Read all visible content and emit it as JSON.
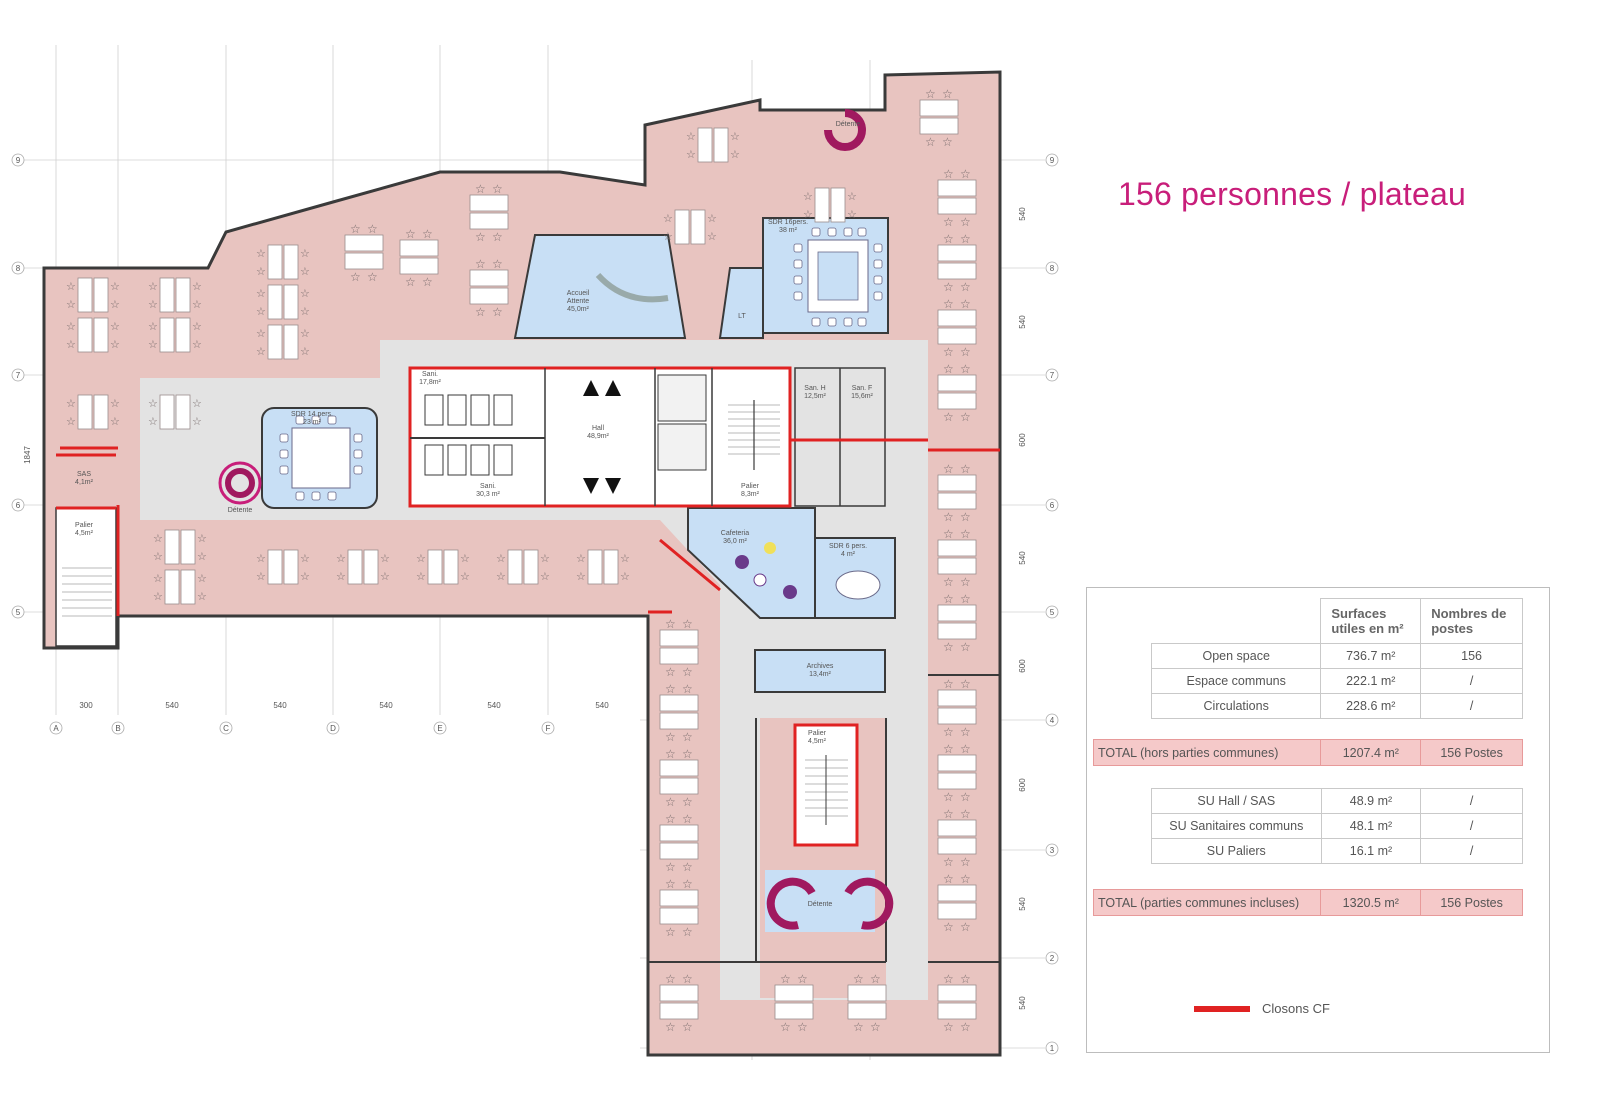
{
  "headline": "156 personnes / plateau",
  "grid_axes": {
    "columns": [
      "A",
      "B",
      "C",
      "D",
      "E",
      "F"
    ],
    "column_dims": [
      "300",
      "540",
      "540",
      "540",
      "540",
      "540"
    ],
    "rows_left": [
      "9",
      "8",
      "7",
      "6",
      "5"
    ],
    "rows_right": [
      "9",
      "8",
      "7",
      "6",
      "5",
      "4",
      "3",
      "2",
      "1"
    ],
    "right_dims": [
      "540",
      "540",
      "600",
      "540",
      "600",
      "600",
      "540",
      "540"
    ],
    "left_dim": "1847"
  },
  "rooms": {
    "accueil": {
      "name": "Accueil\nAttente",
      "area": "45,0m²"
    },
    "sdr16": {
      "name": "SDR 16pers.",
      "area": "38 m²"
    },
    "sdr14": {
      "name": "SDR 14 pers.",
      "area": "23 m²"
    },
    "sdr6": {
      "name": "SDR 6 pers.",
      "area": "4 m²"
    },
    "cafeteria": {
      "name": "Cafeteria",
      "area": "36,0 m²"
    },
    "hall": {
      "name": "Hall",
      "area": "48,9m²"
    },
    "sani_top": {
      "name": "Sani.",
      "area": "17,8m²"
    },
    "sani_bot": {
      "name": "Sani.",
      "area": "30,3 m²"
    },
    "san_h": {
      "name": "San. H",
      "area": "12,5m²"
    },
    "san_f": {
      "name": "San. F",
      "area": "15,6m²"
    },
    "palier_c": {
      "name": "Palier",
      "area": "8,3m²"
    },
    "palier_w": {
      "name": "Palier",
      "area": "4,5m²"
    },
    "palier_s": {
      "name": "Palier",
      "area": "4,5m²"
    },
    "sas": {
      "name": "SAS",
      "area": "4,1m²"
    },
    "archives": {
      "name": "Archives",
      "area": "13,4m²"
    },
    "lt": {
      "name": "LT",
      "area": ""
    },
    "detente_top": {
      "name": "Détente",
      "area": ""
    },
    "detente_mid": {
      "name": "Détente",
      "area": ""
    },
    "detente_bot": {
      "name": "Détente",
      "area": ""
    }
  },
  "summary_table": {
    "headers": [
      "Surfaces utiles en m²",
      "Nombres de postes"
    ],
    "rows": [
      {
        "label": "Open space",
        "surface": "736.7 m²",
        "postes": "156"
      },
      {
        "label": "Espace communs",
        "surface": "222.1 m²",
        "postes": "/"
      },
      {
        "label": "Circulations",
        "surface": "228.6 m²",
        "postes": "/"
      }
    ],
    "total1": {
      "label": "TOTAL (hors parties communes)",
      "surface": "1207.4 m²",
      "postes": "156 Postes"
    },
    "common_rows": [
      {
        "label": "SU Hall / SAS",
        "surface": "48.9 m²",
        "postes": "/"
      },
      {
        "label": "SU Sanitaires communs",
        "surface": "48.1 m²",
        "postes": "/"
      },
      {
        "label": "SU Paliers",
        "surface": "16.1 m²",
        "postes": "/"
      }
    ],
    "total2": {
      "label": "TOTAL (parties communes incluses)",
      "surface": "1320.5 m²",
      "postes": "156 Postes"
    }
  },
  "legend": {
    "label": "Closons CF",
    "color": "#e02222"
  },
  "colors": {
    "office": "#e8c4c0",
    "meeting": "#c8dff5",
    "corridor": "#e3e3e3",
    "fire_wall": "#e02222",
    "accent": "#c81e7a",
    "wall": "#3a3a3a"
  }
}
